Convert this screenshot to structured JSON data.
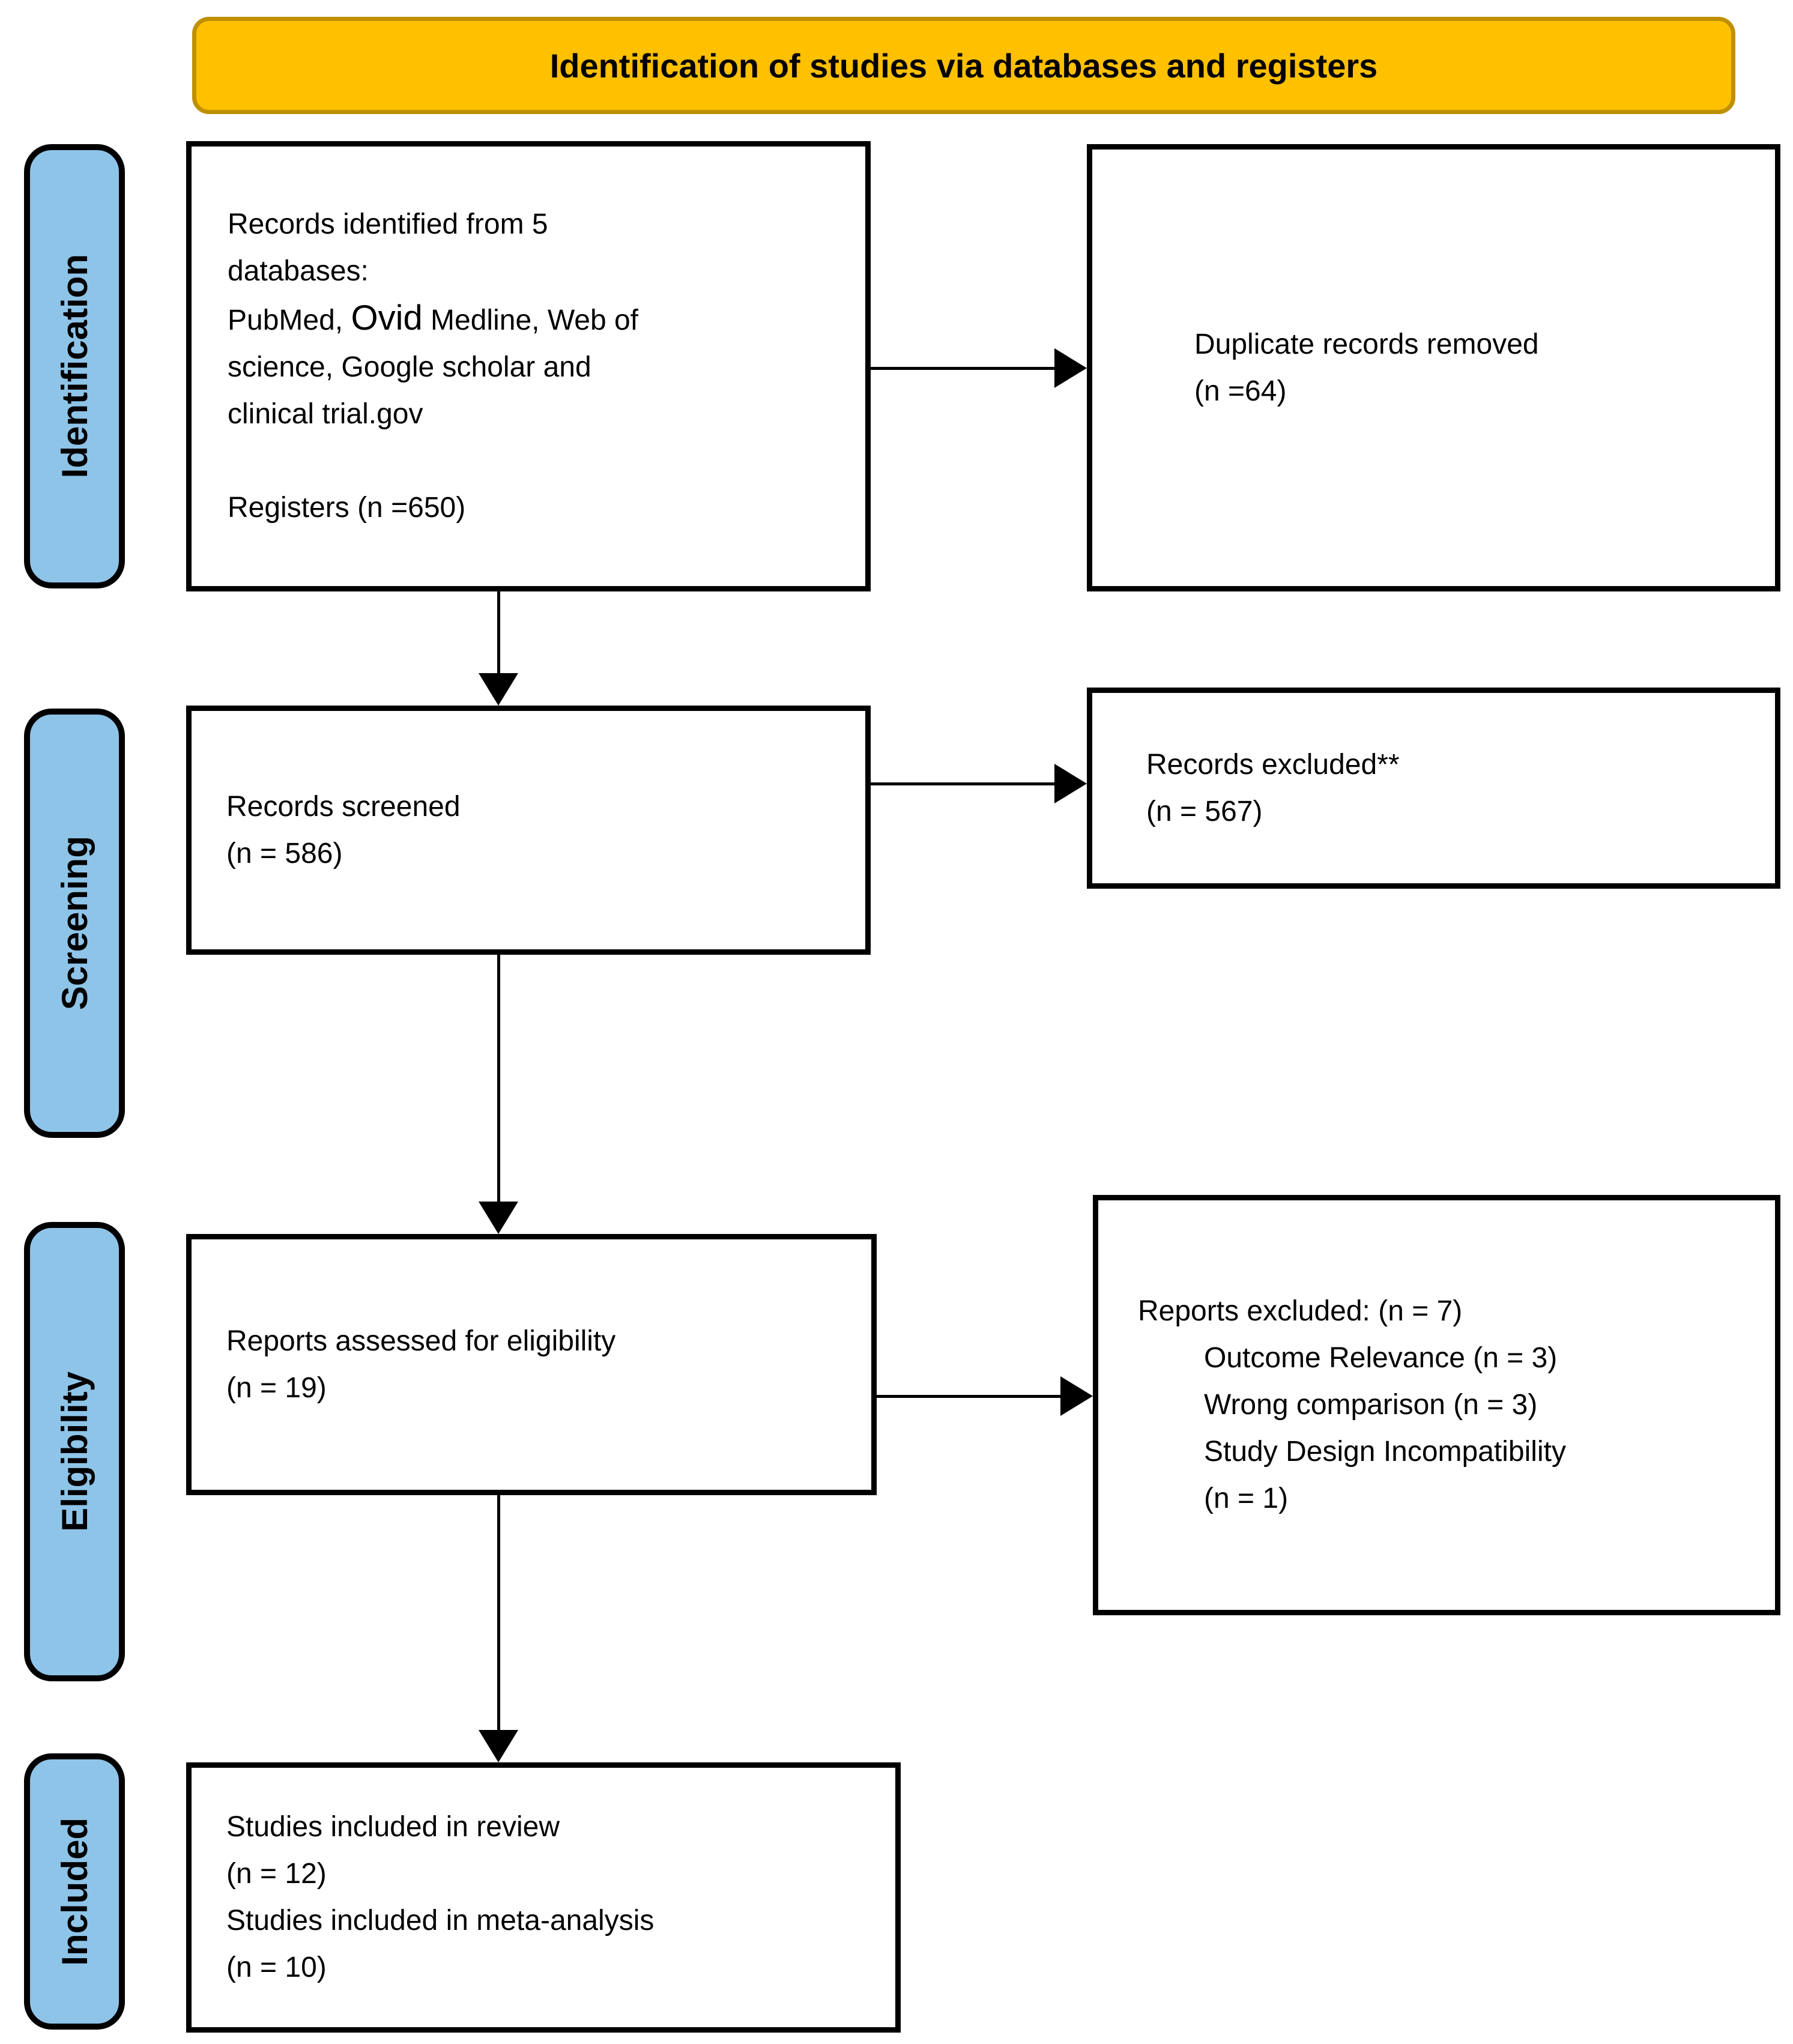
{
  "header": {
    "title": "Identification of studies via databases and registers"
  },
  "palette": {
    "header_bg": "#FFC000",
    "header_border": "#BF9000",
    "stage_bg": "#8EC4E8",
    "ink": "#000000"
  },
  "stages": {
    "identification": "Identification",
    "screening": "Screening",
    "eligibility": "Eligibility",
    "included": "Included"
  },
  "boxes": {
    "records_identified": {
      "line1": "Records identified from 5",
      "line2": "databases:",
      "line3_prefix": "PubMed, ",
      "line3_ovid": "Ovid",
      "line3_suffix": " Medline, Web of",
      "line4": "science, Google scholar and",
      "line5": "clinical trial.gov",
      "line6": "Registers (n =650)"
    },
    "duplicates_removed": {
      "line1": "Duplicate records removed",
      "line2": "(n =64)"
    },
    "records_screened": {
      "line1": "Records screened",
      "line2": "(n = 586)"
    },
    "records_excluded": {
      "line1": "Records excluded**",
      "line2": "(n = 567)"
    },
    "reports_assessed": {
      "line1": "Reports assessed for eligibility",
      "line2": "(n = 19)"
    },
    "reports_excluded": {
      "title": "Reports excluded: (n = 7)",
      "reason1": "Outcome Relevance (n = 3)",
      "reason2": "Wrong comparison (n = 3)",
      "reason3": "Study Design Incompatibility",
      "reason3_count": "(n = 1)"
    },
    "studies_included": {
      "line1": "Studies included in review",
      "line2": "(n = 12)",
      "line3": "Studies included in meta-analysis",
      "line4": "(n = 10)"
    }
  }
}
